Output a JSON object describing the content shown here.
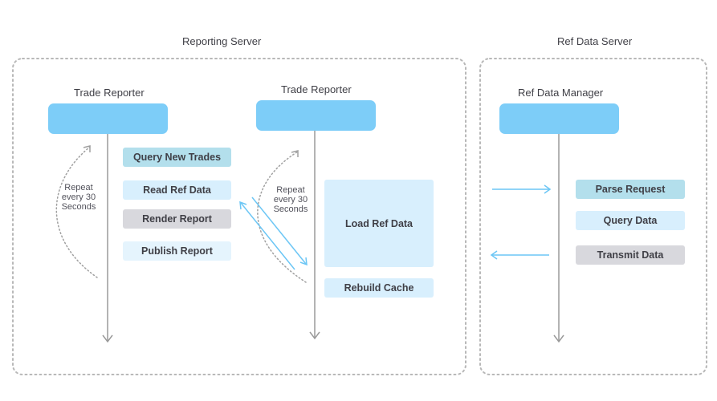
{
  "groups": {
    "reporting": "Reporting Server",
    "refdata": "Ref Data Server"
  },
  "actors": {
    "trade_reporter_1": "Trade Reporter",
    "trade_reporter_2": "Trade Reporter",
    "ref_data_manager": "Ref Data Manager"
  },
  "steps": {
    "query_new_trades": "Query New Trades",
    "read_ref_data": "Read Ref Data",
    "render_report": "Render Report",
    "publish_report": "Publish Report",
    "load_ref_data": "Load Ref Data",
    "rebuild_cache": "Rebuild Cache",
    "parse_request": "Parse Request",
    "query_data": "Query Data",
    "transmit_data": "Transmit Data"
  },
  "notes": {
    "repeat_1": [
      "Repeat",
      "every 30",
      "Seconds"
    ],
    "repeat_2": [
      "Repeat",
      "every 30",
      "Seconds"
    ]
  },
  "colors": {
    "actor": "#7dcdf8",
    "step_teal": "#b3dfec",
    "step_light": "#d8effd",
    "step_lighter": "#e5f4fd",
    "step_gray": "#d8d8dd",
    "lifeline": "#9a9a9a",
    "message_arrow": "#6cc6f5",
    "group_border": "#b8b8b8"
  }
}
